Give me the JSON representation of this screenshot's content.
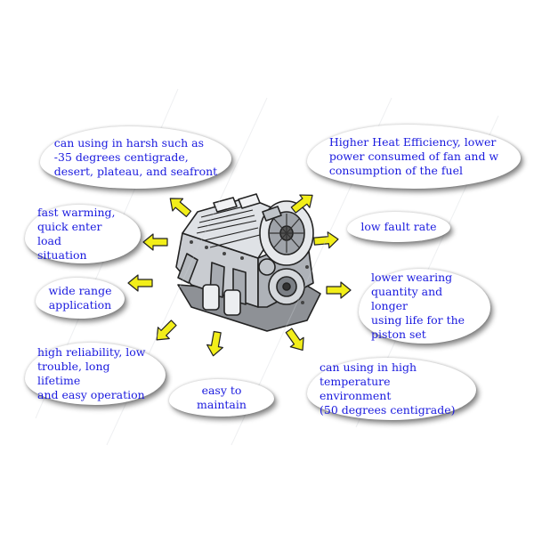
{
  "features": {
    "harsh": "can using in harsh such as\n-35 degrees centigrade,\ndesert, plateau, and seafront",
    "heat": "Higher Heat Efficiency, lower\npower consumed of fan and w\nconsumption of the fuel",
    "warming": "fast warming,\nquick enter load\nsituation",
    "fault": "low fault rate",
    "wide": "wide range\napplication",
    "wearing": "lower wearing\nquantity and longer\nusing life for the\npiston set",
    "reliability": "high reliability, low\ntrouble, long lifetime\nand easy operation",
    "maintain": "easy to maintain",
    "hightemp": "can using in high\ntemperature environment\n(50 degrees centigrade)"
  },
  "colors": {
    "text": "#1a1adf",
    "arrow": "#f2ee19",
    "arrow_outline": "#222222",
    "bubble": "#ffffff"
  },
  "icons": {
    "engine": "diesel-engine-illustration",
    "arrow": "yellow-arrow-icon"
  }
}
